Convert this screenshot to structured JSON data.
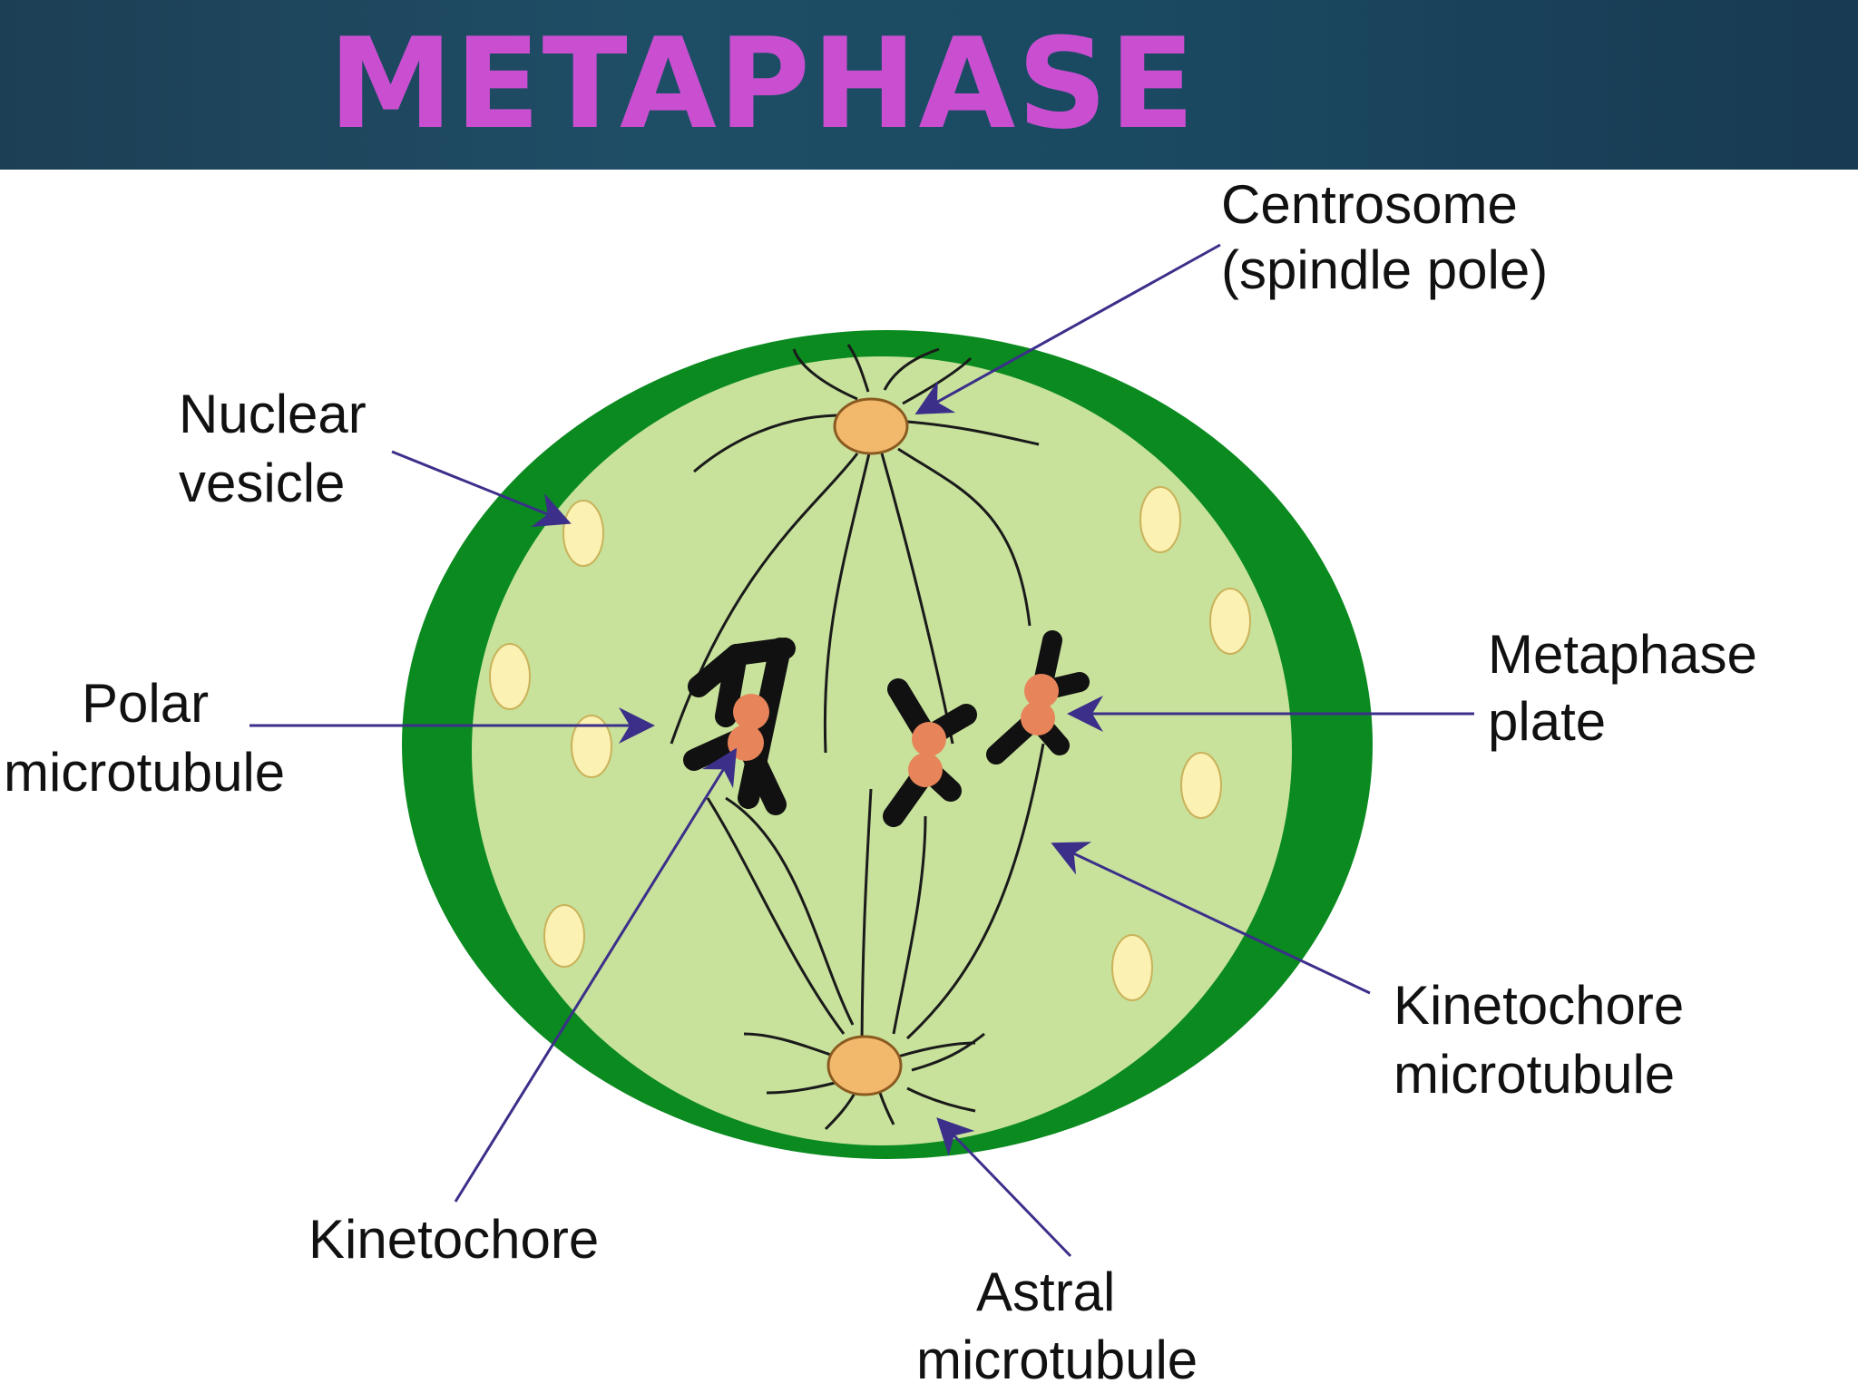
{
  "slide": {
    "title": "METAPHASE"
  },
  "labels": {
    "centrosome": [
      "Centrosome",
      "(spindle pole)"
    ],
    "nuclear_vesicle": [
      "Nuclear",
      "vesicle"
    ],
    "polar_microtubule": [
      "Polar",
      "microtubule"
    ],
    "metaphase_plate": [
      "Metaphase",
      "plate"
    ],
    "kinetochore_microtubule": [
      "Kinetochore",
      "microtubule"
    ],
    "kinetochore": [
      "Kinetochore"
    ],
    "astral_microtubule": [
      "Astral",
      "microtubule"
    ]
  },
  "colors": {
    "header_bg": "#1e4a62",
    "title": "#c94fd0",
    "cell_outer": "#0a8a1f",
    "cell_inner": "#c8e29c",
    "vesicle": "#fbf1b2",
    "centrosome": "#f2b86c",
    "kinetochore": "#e8845a",
    "chromosome": "#111111",
    "arrow": "#3b2f8a"
  }
}
